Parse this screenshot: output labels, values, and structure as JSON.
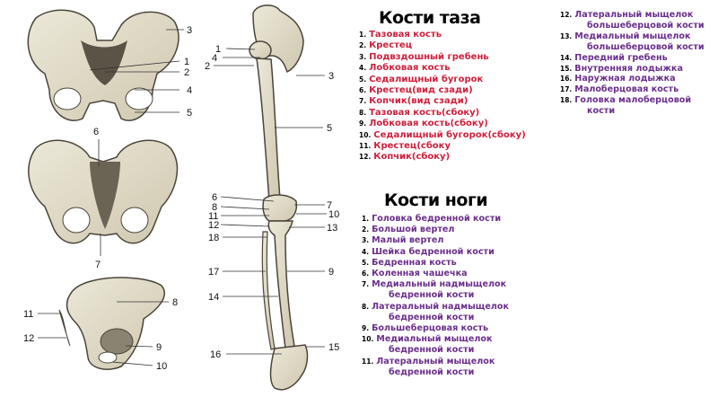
{
  "title_pelvis": "Кости таза",
  "title_leg": "Кости ноги",
  "pelvis_items": [
    {
      "n": "1.",
      "text": "Тазовая кость"
    },
    {
      "n": "2.",
      "text": "Крестец"
    },
    {
      "n": "3.",
      "text": "Подвздошный гребень"
    },
    {
      "n": "4.",
      "text": "Лобковая кость"
    },
    {
      "n": "5.",
      "text": "Седалищный бугорок"
    },
    {
      "n": "6.",
      "text": "Крестец(вид сзади)"
    },
    {
      "n": "7.",
      "text": "Копчик(вид сзади)"
    },
    {
      "n": "8.",
      "text": "Тазовая кость(сбоку)"
    },
    {
      "n": "9.",
      "text": "Лобковая кость(сбоку)"
    },
    {
      "n": "10.",
      "text": "Седалищный бугорок(сбоку)"
    },
    {
      "n": "11.",
      "text": "Крестец(сбоку"
    },
    {
      "n": "12.",
      "text": "Копчик(сбоку)"
    }
  ],
  "leg_items": [
    {
      "n": "1.",
      "text": "Головка бедренной кости"
    },
    {
      "n": "2.",
      "text": "Большой вертел"
    },
    {
      "n": "3.",
      "text": "Малый вертел"
    },
    {
      "n": "4.",
      "text": "Шейка бедренной кости"
    },
    {
      "n": "5.",
      "text": "Бедренная кость"
    },
    {
      "n": "6.",
      "text": "Коленная чашечка"
    },
    {
      "n": "7.",
      "text": "Медиальный надмыщелок",
      "cont": "бедренной кости"
    },
    {
      "n": "8.",
      "text": "Латеральный надмыщелок",
      "cont": "бедренной кости"
    },
    {
      "n": "9.",
      "text": "Большеберцовая кость"
    },
    {
      "n": "10.",
      "text": "Медиальный мыщелок",
      "cont": "бедренной кости"
    },
    {
      "n": "11.",
      "text": "Латеральный мыщелок",
      "cont": "бедренной кости"
    }
  ],
  "leg_items_2": [
    {
      "n": "12.",
      "text": "Латеральный мыщелок",
      "cont": "большеберцовой кости"
    },
    {
      "n": "13.",
      "text": "Медиальный мыщелок",
      "cont": "большеберцовой кости"
    },
    {
      "n": "14.",
      "text": "Передний гребень"
    },
    {
      "n": "15.",
      "text": "Внутренняя лодыжка"
    },
    {
      "n": "16.",
      "text": "Наружная лодыжка"
    },
    {
      "n": "17.",
      "text": "Малоберцовая кость"
    },
    {
      "n": "18.",
      "text": "Головка малоберцовой",
      "cont": "кости"
    }
  ],
  "callouts": {
    "front": [
      "3",
      "1",
      "2",
      "4",
      "5"
    ],
    "back": [
      "6",
      "7"
    ],
    "side": [
      "8",
      "11",
      "12",
      "9",
      "10"
    ],
    "leg": [
      "1",
      "4",
      "2",
      "3",
      "5",
      "6",
      "8",
      "11",
      "12",
      "18",
      "7",
      "10",
      "13",
      "17",
      "14",
      "9",
      "16",
      "15"
    ]
  },
  "colors": {
    "pelvis_list": "#d01f3c",
    "leg_list": "#6a2f8a",
    "bone": "#e6e1cf",
    "bone_shadow": "#4a443a"
  }
}
